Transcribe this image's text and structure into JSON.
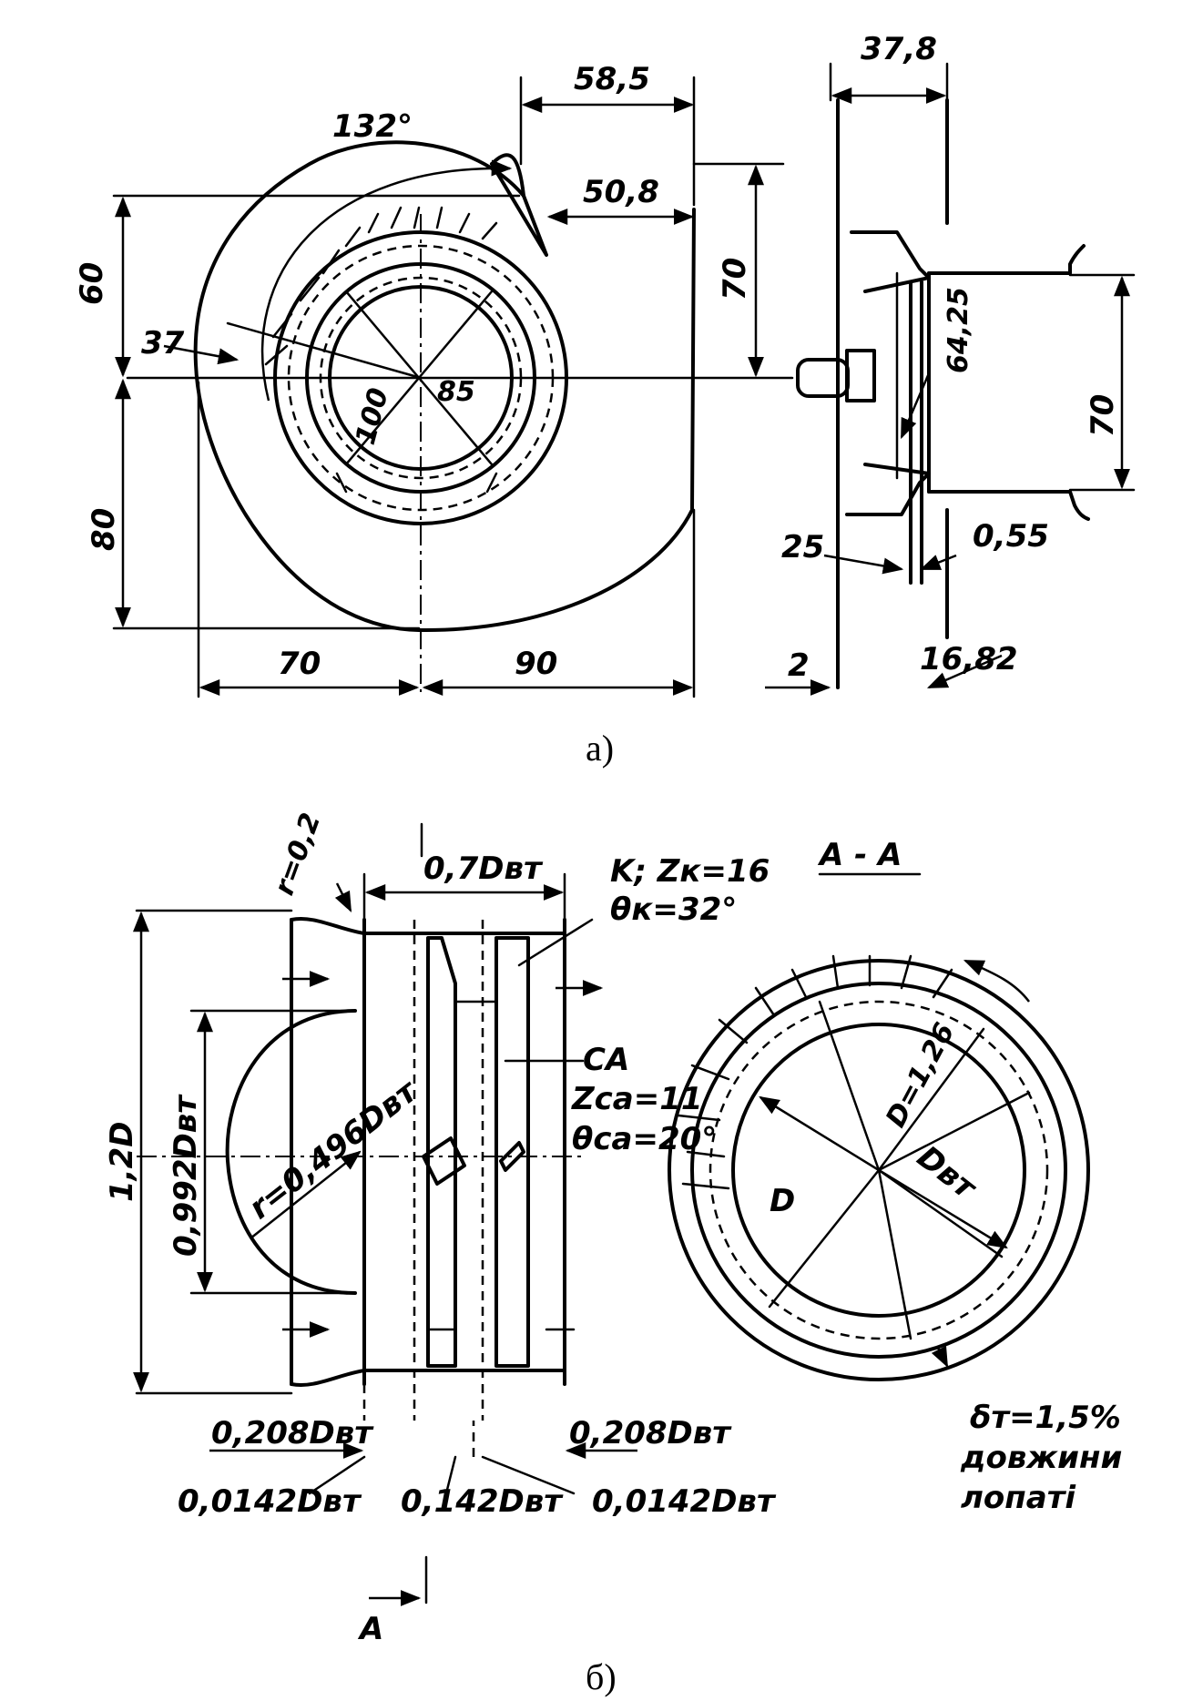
{
  "figure_a": {
    "caption": "а)",
    "dims": {
      "d585": "58,5",
      "d378": "37,8",
      "a132": "132°",
      "d508": "50,8",
      "d60": "60",
      "d70v": "70",
      "d6425": "64,25",
      "d70r": "70",
      "d37": "37",
      "d100": "100",
      "d85": "85",
      "d80": "80",
      "d25": "25",
      "d055": "0,55",
      "d70h": "70",
      "d90": "90",
      "d2": "2",
      "d1682": "16,82"
    }
  },
  "figure_b": {
    "caption": "б)",
    "labels": {
      "r02": "r=0,2",
      "w07": "0,7Dвт",
      "k_line1": "K; Zк=16",
      "k_line2": "θк=32°",
      "aa": "A - A",
      "h12d": "1,2D",
      "h0992": "0,992Dвт",
      "r0496": "r=0,496Dвт",
      "ca_line1": "CA",
      "ca_line2": "Zса=11",
      "ca_line3": "θса=20°",
      "d_label": "D",
      "dbt_label": "Dвт",
      "d126": "D=1,26",
      "w0208l": "0,208Dвт",
      "w0208r": "0,208Dвт",
      "w00142l": "0,0142Dвт",
      "w0142": "0,142Dвт",
      "w00142r": "0,0142Dвт",
      "delta_line1": "δт=1,5%",
      "delta_line2": "довжини",
      "delta_line3": "лопаті",
      "section_a": "A"
    }
  }
}
